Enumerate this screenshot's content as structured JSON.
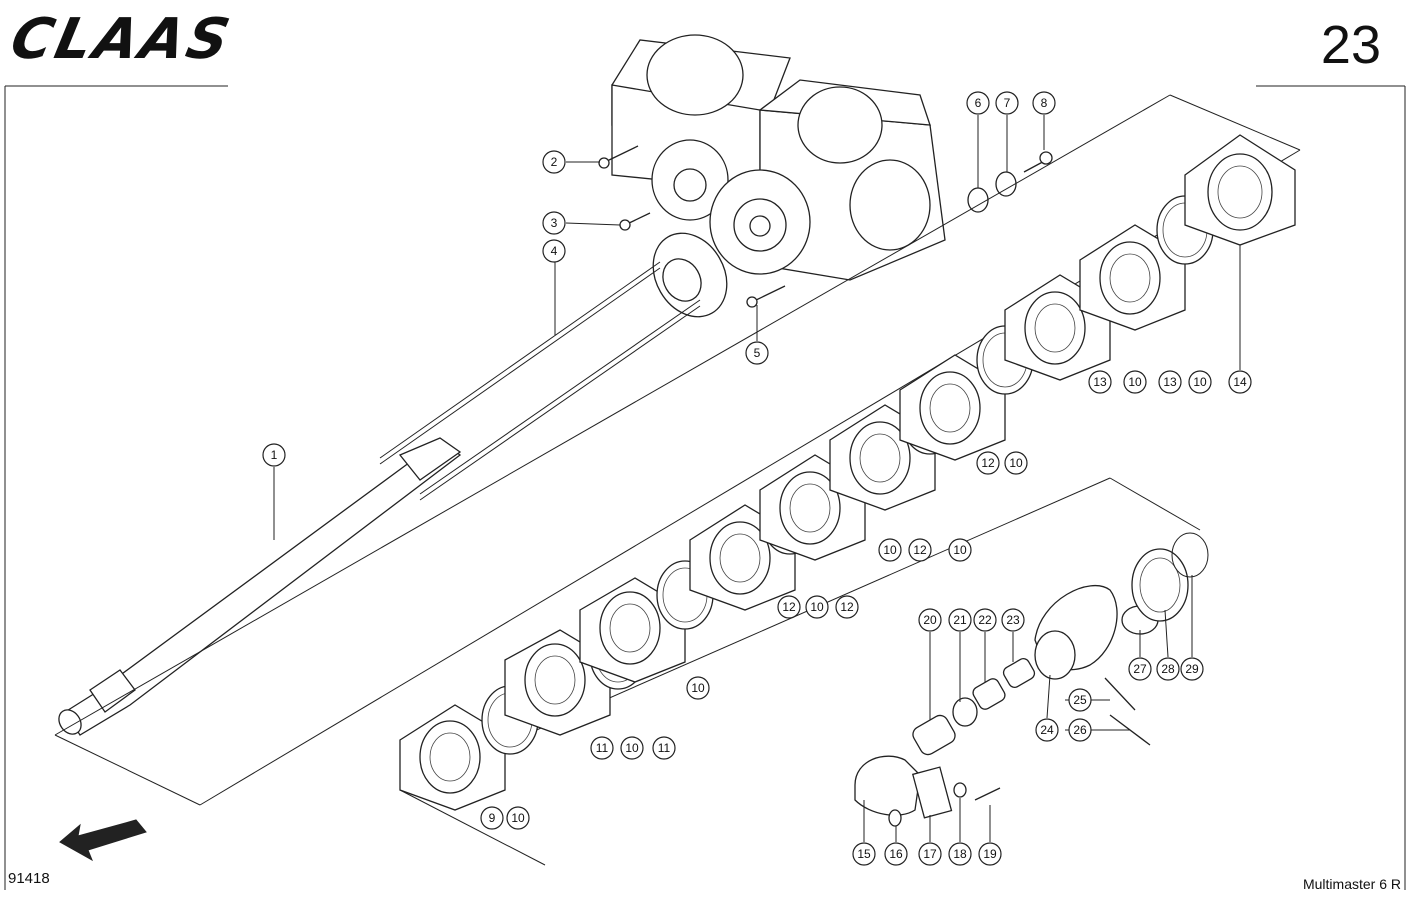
{
  "header": {
    "brand": "CLAAS",
    "page_number": "23"
  },
  "footer": {
    "drawing_number": "91418",
    "model": "Multimaster 6 R"
  },
  "callouts": [
    "1",
    "2",
    "3",
    "4",
    "5",
    "6",
    "7",
    "8",
    "9",
    "10",
    "10",
    "10",
    "10",
    "10",
    "10",
    "10",
    "10",
    "10",
    "11",
    "11",
    "12",
    "12",
    "12",
    "12",
    "13",
    "13",
    "14",
    "15",
    "16",
    "17",
    "18",
    "19",
    "20",
    "21",
    "22",
    "23",
    "24",
    "25",
    "26",
    "27",
    "28",
    "29"
  ]
}
